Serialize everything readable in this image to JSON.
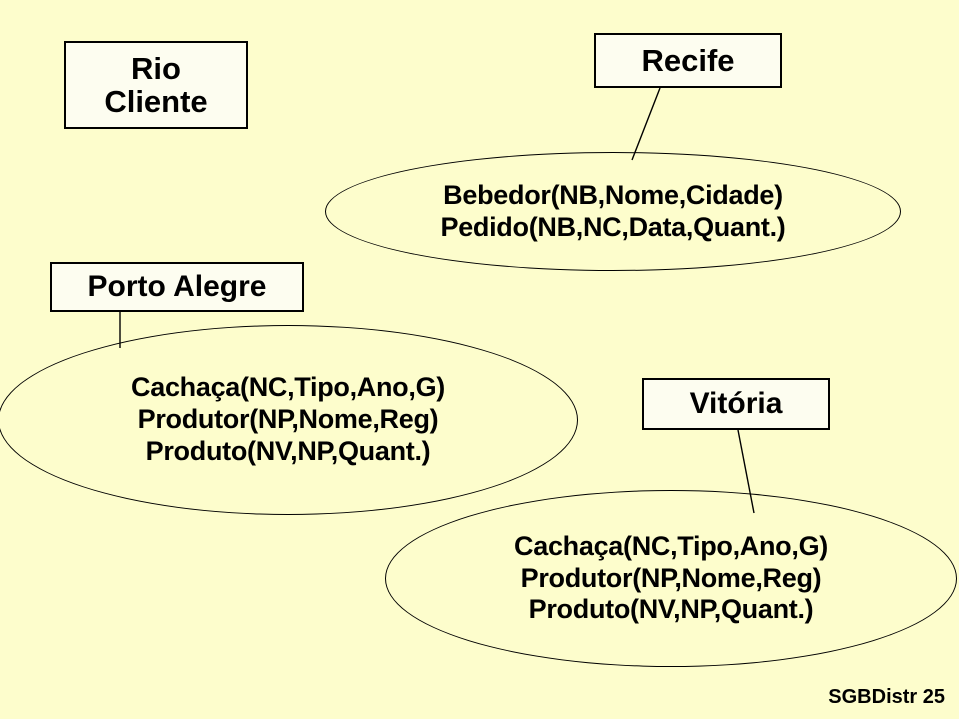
{
  "slide": {
    "background_color": "#fdfdcc",
    "node_fill_color": "#fdfdf0",
    "line_color": "#000000",
    "footer": "SGBDistr 25"
  },
  "sites": [
    {
      "id": "rio",
      "label": "Rio\nCliente",
      "label_flat": "Rio Cliente"
    },
    {
      "id": "recife",
      "label": "Recife",
      "label_flat": "Recife"
    },
    {
      "id": "porto-alegre",
      "label": "Porto Alegre",
      "label_flat": "Porto Alegre"
    },
    {
      "id": "vitoria",
      "label": "Vitória",
      "label_flat": "Vitória"
    }
  ],
  "fragments": [
    {
      "id": "recife",
      "site": "Recife",
      "relations": [
        "Bebedor(NB,Nome,Cidade)",
        "Pedido(NB,NC,Data,Quant.)"
      ],
      "text": "Bebedor(NB,Nome,Cidade)\nPedido(NB,NC,Data,Quant.)"
    },
    {
      "id": "porto-alegre",
      "site": "Porto Alegre",
      "relations": [
        "Cachaça(NC,Tipo,Ano,G)",
        "Produtor(NP,Nome,Reg)",
        "Produto(NV,NP,Quant.)"
      ],
      "text": "Cachaça(NC,Tipo,Ano,G)\nProdutor(NP,Nome,Reg)\nProduto(NV,NP,Quant.)"
    },
    {
      "id": "vitoria",
      "site": "Vitória",
      "relations": [
        "Cachaça(NC,Tipo,Ano,G)",
        "Produtor(NP,Nome,Reg)",
        "Produto(NV,NP,Quant.)"
      ],
      "text": "Cachaça(NC,Tipo,Ano,G)\nProdutor(NP,Nome,Reg)\nProduto(NV,NP,Quant.)"
    }
  ],
  "connectors": [
    {
      "id": "recife-link",
      "from": "recife-box",
      "to": "recife-ellipse"
    },
    {
      "id": "porto-alegre-link",
      "from": "porto-alegre-box",
      "to": "porto-alegre-ellipse"
    },
    {
      "id": "vitoria-link",
      "from": "vitoria-box",
      "to": "vitoria-ellipse"
    }
  ]
}
